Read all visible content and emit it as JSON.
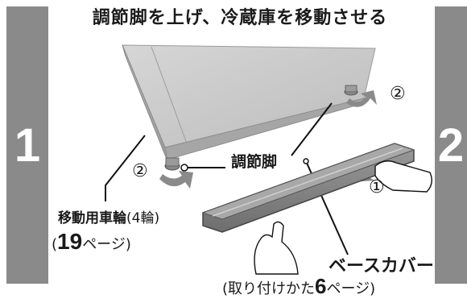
{
  "title": "調節脚を上げ、冷蔵庫を移動させる",
  "steps": {
    "left": "1",
    "right": "2"
  },
  "labels": {
    "adjust_leg": "調節脚",
    "caster_main": "移動用車輪",
    "caster_count": "(4輪)",
    "caster_ref_open": "(",
    "caster_ref_num": "19",
    "caster_ref_rest": "ページ)",
    "base_cover": "ベースカバー",
    "attach_open": "(取り付けかた",
    "attach_num": "6",
    "attach_rest": "ページ)"
  },
  "markers": {
    "one": "①",
    "two_top": "②",
    "two_left": "②"
  }
}
